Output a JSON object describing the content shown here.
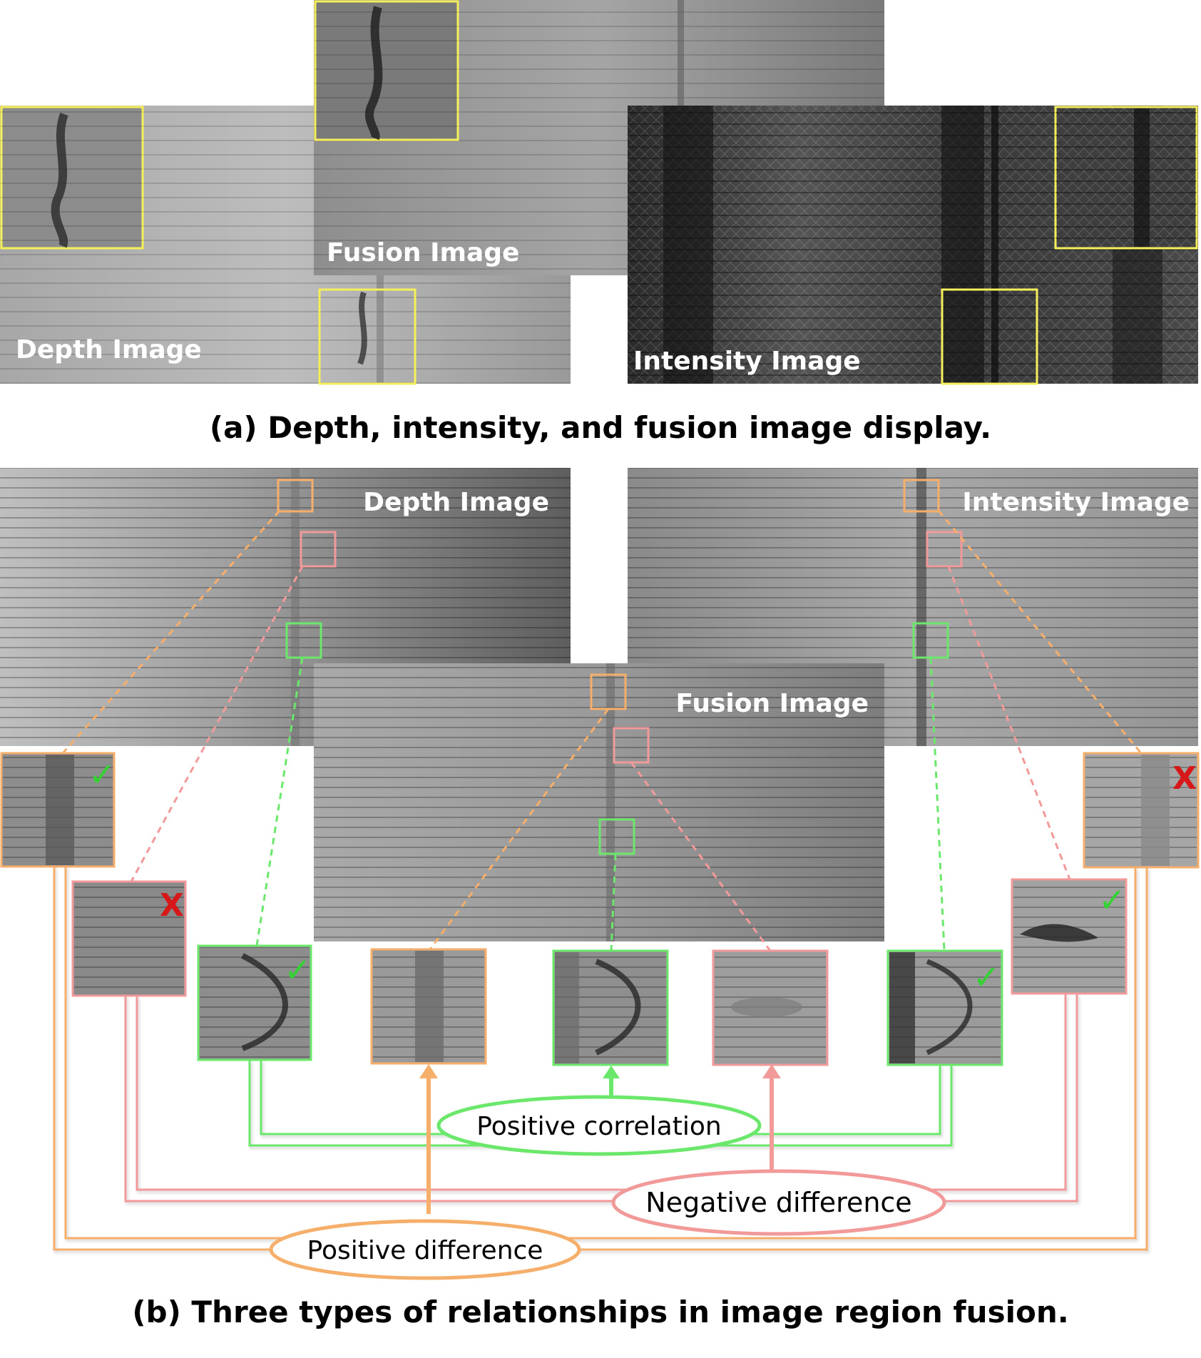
{
  "panel_a": {
    "caption": "(a) Depth, intensity, and fusion image display.",
    "labels": {
      "depth": "Depth Image",
      "fusion": "Fusion Image",
      "intensity": "Intensity Image"
    }
  },
  "panel_b": {
    "caption": "(b) Three types of relationships in image region fusion.",
    "labels": {
      "depth": "Depth Image",
      "fusion": "Fusion Image",
      "intensity": "Intensity Image"
    },
    "relationships": {
      "positive_correlation": "Positive correlation",
      "negative_difference": "Negative difference",
      "positive_difference": "Positive difference"
    },
    "marks": {
      "check": "✓",
      "cross": "X"
    }
  },
  "colors": {
    "highlight_yellow": "#f5ef5a",
    "orange": "#f6ae6b",
    "pink": "#f29a9a",
    "green": "#6be86b",
    "check_green": "#35d135",
    "cross_red": "#d61818"
  }
}
